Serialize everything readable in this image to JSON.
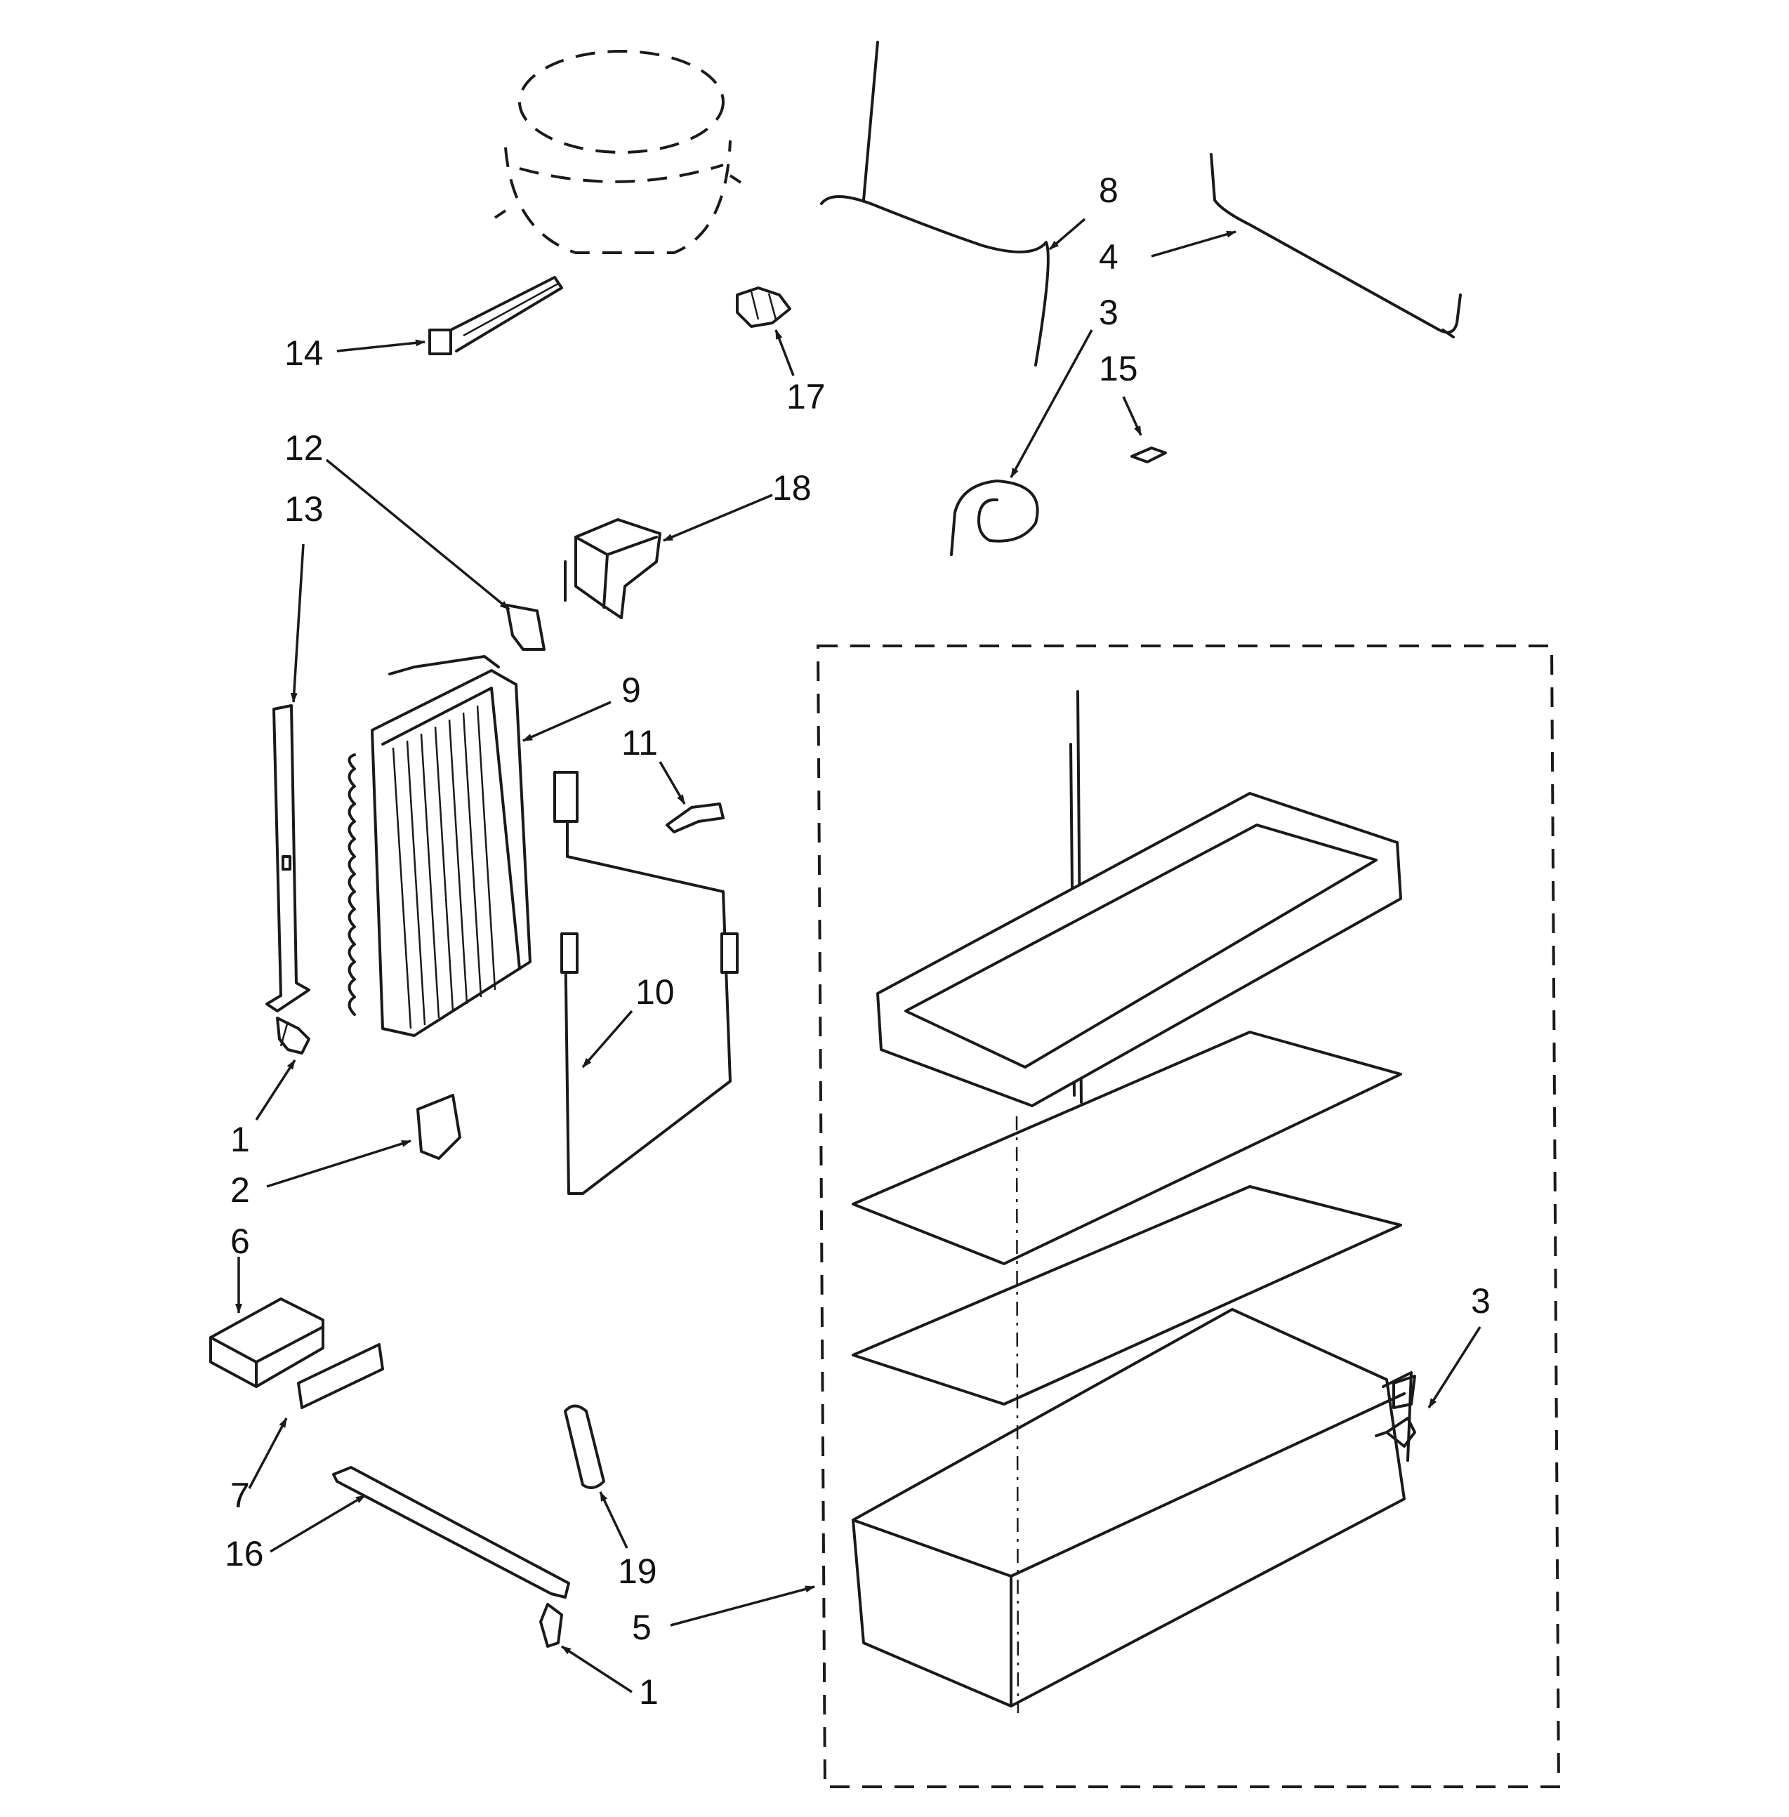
{
  "callouts": [
    {
      "id": "c8",
      "text": "8"
    },
    {
      "id": "c4",
      "text": "4"
    },
    {
      "id": "c3a",
      "text": "3"
    },
    {
      "id": "c15",
      "text": "15"
    },
    {
      "id": "c14",
      "text": "14"
    },
    {
      "id": "c17",
      "text": "17"
    },
    {
      "id": "c12",
      "text": "12"
    },
    {
      "id": "c13",
      "text": "13"
    },
    {
      "id": "c18",
      "text": "18"
    },
    {
      "id": "c9",
      "text": "9"
    },
    {
      "id": "c11",
      "text": "11"
    },
    {
      "id": "c10",
      "text": "10"
    },
    {
      "id": "c1a",
      "text": "1"
    },
    {
      "id": "c2",
      "text": "2"
    },
    {
      "id": "c6",
      "text": "6"
    },
    {
      "id": "c7",
      "text": "7"
    },
    {
      "id": "c16",
      "text": "16"
    },
    {
      "id": "c19",
      "text": "19"
    },
    {
      "id": "c5",
      "text": "5"
    },
    {
      "id": "c1b",
      "text": "1"
    },
    {
      "id": "c3b",
      "text": "3"
    }
  ]
}
